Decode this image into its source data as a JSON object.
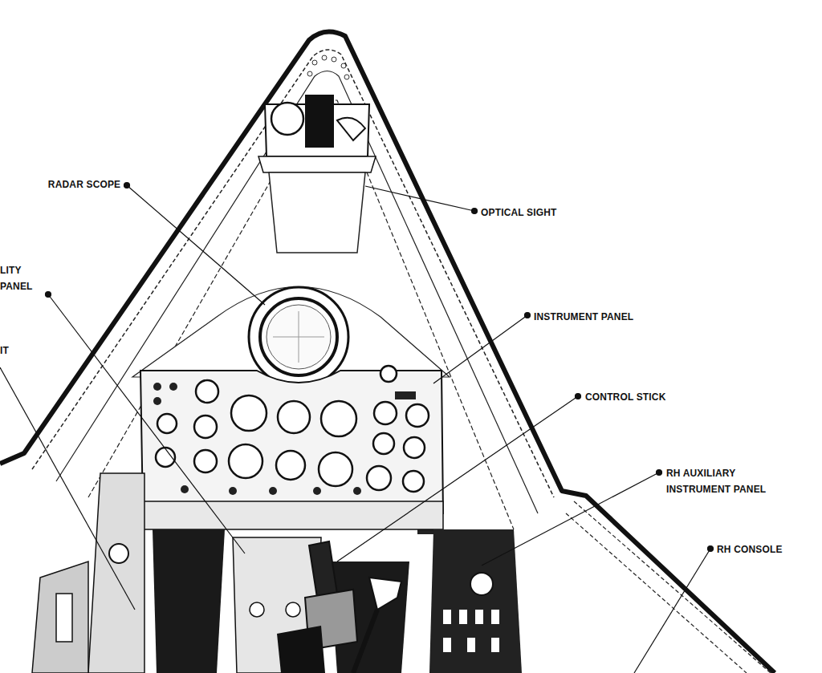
{
  "diagram": {
    "labels": [
      "RADAR SCOPE",
      "OPTICAL SIGHT",
      "LITY PANEL",
      "IT",
      "INSTRUMENT PANEL",
      "CONTROL STICK",
      "RH AUXILIARY INSTRUMENT PANEL",
      "RH CONSOLE"
    ]
  }
}
